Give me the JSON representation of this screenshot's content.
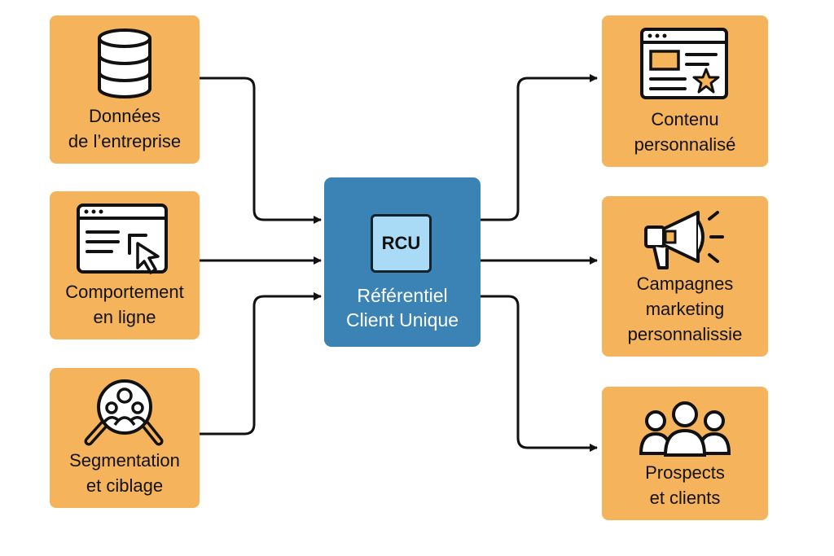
{
  "center": {
    "badge": "RCU",
    "label": "Référentiel\nClient Unique"
  },
  "inputs": [
    {
      "label": "Données\nde l’entreprise",
      "icon": "database-icon"
    },
    {
      "label": "Comportement\nen ligne",
      "icon": "browser-click-icon"
    },
    {
      "label": "Segmentation\net ciblage",
      "icon": "magnifier-people-icon"
    }
  ],
  "outputs": [
    {
      "label": "Contenu\npersonnalisé",
      "icon": "webpage-star-icon"
    },
    {
      "label": "Campagnes\nmarketing\npersonnalissie",
      "icon": "megaphone-icon"
    },
    {
      "label": "Prospects\net clients",
      "icon": "people-group-icon"
    }
  ],
  "colors": {
    "box": "#f5b35c",
    "center": "#3a83b4",
    "badge": "#a9dbf6",
    "line": "#111111"
  }
}
